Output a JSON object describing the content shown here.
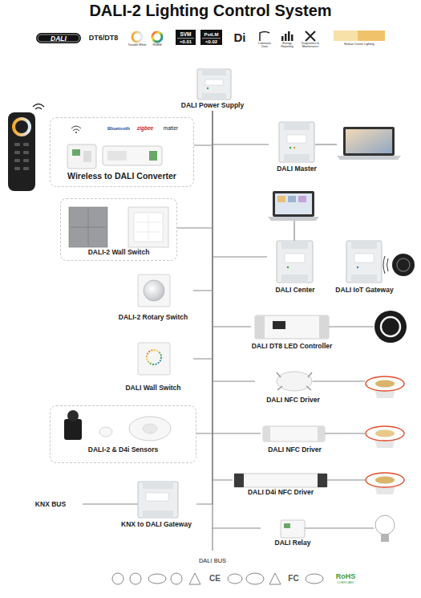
{
  "diagram": {
    "title": "DALI-2 Lighting Control System",
    "nodes": [
      {
        "text": [
          "DALI Power Supply"
        ]
      },
      {
        "text": [
          "Wireless to DALI Converter"
        ]
      },
      {
        "text": [
          "DALI Master"
        ]
      },
      {
        "text": [
          "DALI-2 Wall Switch"
        ]
      },
      {
        "text": [
          "DALI Center"
        ]
      },
      {
        "text": [
          "DALI IoT Gateway"
        ]
      },
      {
        "text": [
          "DALI-2 Rotary Switch"
        ]
      },
      {
        "text": [
          "DALI DT8 LED Controller"
        ]
      },
      {
        "text": [
          "DALI Wall Switch"
        ]
      },
      {
        "text": [
          "DALI NFC Driver"
        ]
      },
      {
        "text": [
          "DALI-2 & D4i Sensors"
        ]
      },
      {
        "text": [
          "DALI NFC Driver"
        ]
      },
      {
        "text": [
          "DALI D4i NFC Driver"
        ]
      },
      {
        "text": [
          "KNX to DALI Gateway"
        ]
      },
      {
        "text": [
          "DALI Relay"
        ]
      }
    ],
    "edges": [
      {
        "from": 0,
        "to": 1,
        "arrow": "none"
      },
      {
        "from": 0,
        "to": 2,
        "arrow": "none"
      },
      {
        "from": 0,
        "to": 3,
        "arrow": "none"
      },
      {
        "from": 0,
        "to": 4,
        "arrow": "none"
      },
      {
        "from": 0,
        "to": 6,
        "arrow": "none"
      },
      {
        "from": 0,
        "to": 7,
        "arrow": "none"
      },
      {
        "from": 0,
        "to": 8,
        "arrow": "none"
      },
      {
        "from": 0,
        "to": 9,
        "arrow": "none"
      },
      {
        "from": 0,
        "to": 10,
        "arrow": "none"
      },
      {
        "from": 0,
        "to": 11,
        "arrow": "none"
      },
      {
        "from": 0,
        "to": 12,
        "arrow": "none"
      },
      {
        "from": 0,
        "to": 13,
        "arrow": "none"
      },
      {
        "from": 0,
        "to": 14,
        "arrow": "none"
      }
    ],
    "labels": [
      "DALI",
      "DT6/DT8",
      "Tunable White",
      "RGBW",
      "SVM",
      "<0.01",
      "PstLM",
      "<0.02",
      "Di",
      "Luminaire Data",
      "Energy Reporting",
      "Diagnostics & Maintenance",
      "Human Centric Lighting",
      "Bluetooth",
      "zigbee",
      "matter",
      "KNX BUS",
      "DALI BUS",
      "CE",
      "FC",
      "RoHS",
      "COMPLIANT"
    ]
  }
}
